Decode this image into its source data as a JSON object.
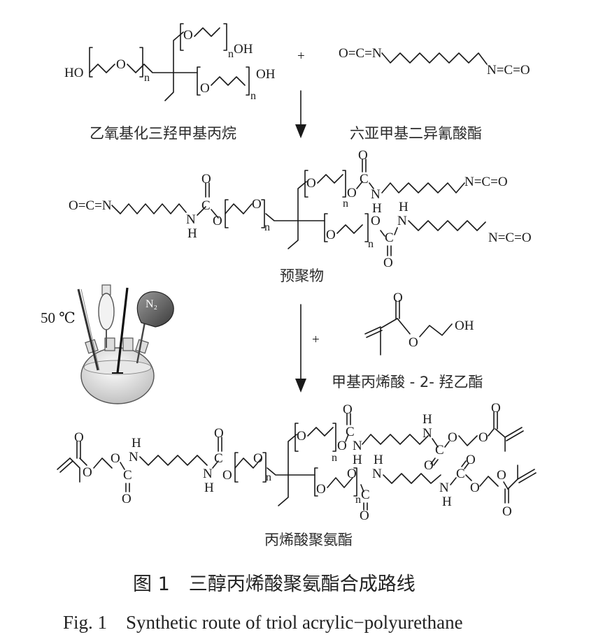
{
  "scheme": {
    "step1": {
      "reactant1_name": "乙氧基化三羟甲基丙烷",
      "reactant2_name": "六亚甲基二异氰酸酯",
      "plus": "+"
    },
    "step2": {
      "product_name": "预聚物"
    },
    "step3": {
      "reagent_name": "甲基丙烯酸 - 2- 羟乙酯",
      "plus": "+",
      "temperature": "50 ℃",
      "gas": "N₂"
    },
    "step4": {
      "product_name": "丙烯酸聚氨酯"
    },
    "atoms": {
      "HO": "HO",
      "OH": "OH",
      "O": "O",
      "n": "n",
      "N": "N",
      "H": "H",
      "C": "C",
      "NCO": "N=C=O",
      "OCN": "O=C=N"
    }
  },
  "caption": {
    "cn": "图 1　三醇丙烯酸聚氨酯合成路线",
    "en": "Fig. 1　Synthetic route of triol acrylic−polyurethane"
  }
}
